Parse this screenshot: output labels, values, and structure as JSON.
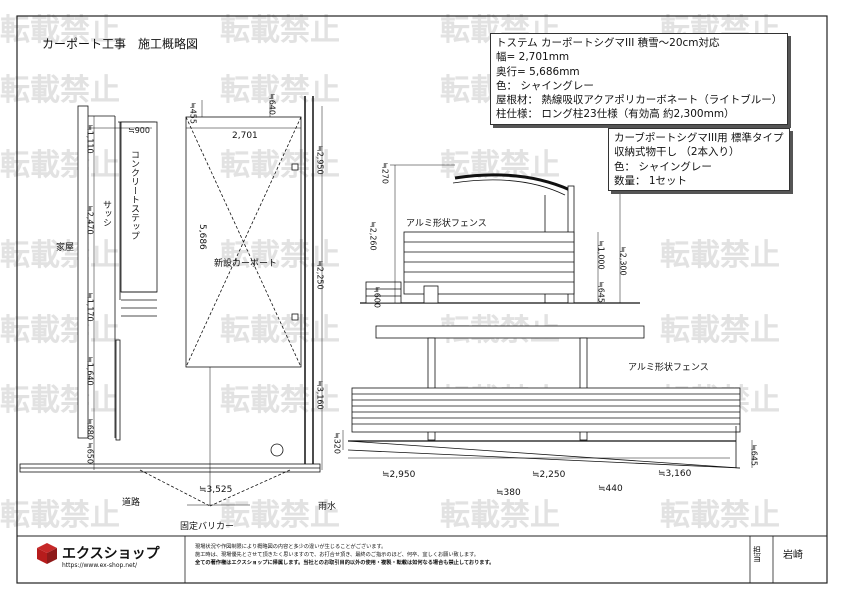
{
  "page_title": "カーポート工事　施工概略図",
  "watermark": "転載禁止",
  "product_spec": {
    "lines": [
      "トステム カーポートシグマIII 積雪～20cm対応",
      "幅= 2,701mm",
      "奥行= 5,686mm",
      "色： シャイングレー",
      "屋根材： 熱線吸収アクアポリカーボネート（ライトブルー）",
      "柱仕様： ロング柱23仕様（有効高 約2,300mm）"
    ]
  },
  "accessory_spec": {
    "lines": [
      "カーブポートシグマIII用 標準タイプ",
      "収納式物干し （2本入り）",
      "色： シャイングレー",
      "数量： 1セット"
    ]
  },
  "plan": {
    "house_label": "家屋",
    "sash_label": "サッシ",
    "stairs_label": "コンクリートステップ",
    "carport_label": "新設カーポート",
    "road_label": "道路",
    "rain_label": "雨水",
    "bollard_label": "固定バリカー",
    "dims": {
      "d455": "≒455",
      "d640": "≒640",
      "d900": "≒900",
      "d1110": "≒1,110",
      "d2701": "2,701",
      "d2470": "≒2,470",
      "d5686": "5,686",
      "d1170": "≒1,170",
      "d1640": "≒1,640",
      "d680": "≒680",
      "d650": "≒650",
      "d3525": "≒3,525",
      "d2950": "≒2,950",
      "d2250": "≒2,250",
      "d3160": "≒3,160"
    }
  },
  "elevation": {
    "fence_label": "アルミ形状フェンス",
    "fence_label2": "アルミ形状フェンス",
    "dims": {
      "d270": "≒270",
      "d2260": "≒2,260",
      "d600": "≒600",
      "d1000": "≒1,000",
      "d645a": "≒645",
      "d2300": "≒2,300",
      "d320": "≒320",
      "d645b": "≒645",
      "d2950": "≒2,950",
      "d2250": "≒2,250",
      "d3160": "≒3,160",
      "d380": "≒380",
      "d440": "≒440"
    }
  },
  "footer": {
    "logo_text": "エクスショップ",
    "url": "https://www.ex-shop.net/",
    "note1": "現場状況や作図制限により概略図の内容と多少の違いが生じることがございます。",
    "note2": "施工時は、現場優先とさせて頂きたく思いますので、お打合せ頂き、最終のご指示のほど、何卒、宜しくお願い致します。",
    "note3": "全ての著作権はエクスショップに帰属します。当社とのお取引目的以外の使用・複製・転載は如何なる場合も禁止しております。",
    "tantou_label": "担当",
    "person": "岩崎"
  }
}
